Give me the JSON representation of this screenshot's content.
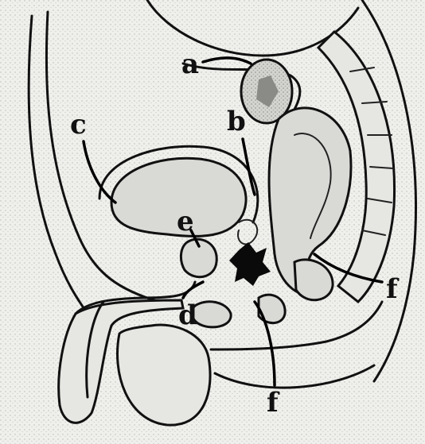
{
  "labels": {
    "a": "a",
    "b": "b",
    "c": "c",
    "d": "d",
    "e": "e",
    "f_lower": "f",
    "f_right": "f"
  },
  "colors": {
    "background": "#f4f4f2",
    "ink": "#111111",
    "organ_fill": "#d9d9d6"
  }
}
